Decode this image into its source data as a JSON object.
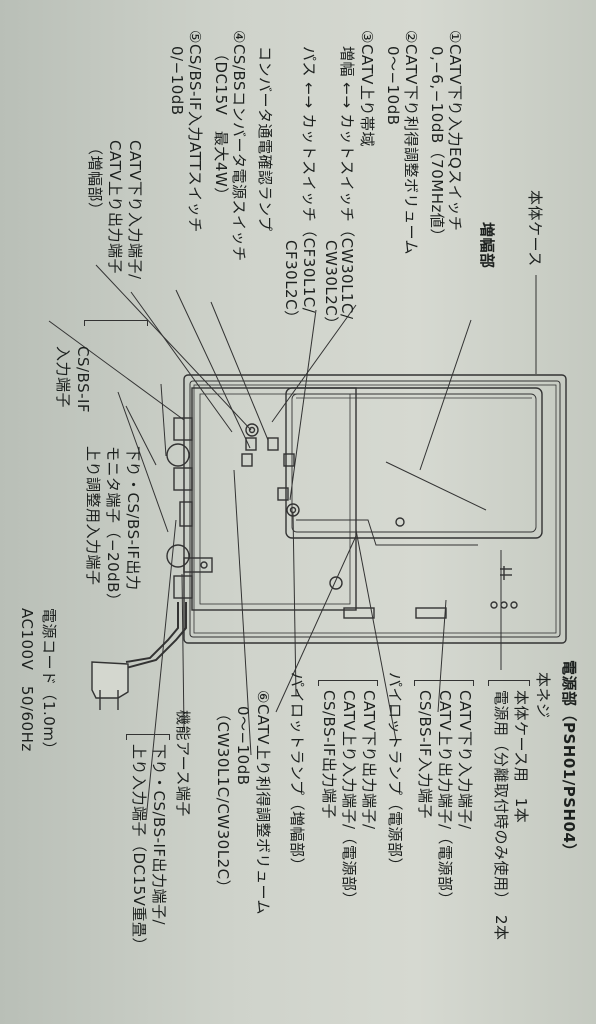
{
  "left_column": {
    "item1": "①CATV下り入力EQスイッチ",
    "item1_values": "0,−6,−10dB（70MHz値）",
    "item2": "②CATV下り利得調整ボリューム",
    "item2_values": "0〜−10dB",
    "item3": "③CATV上り帯域",
    "item3_sw1": "増幅 ←→ カットスイッチ（CW30L1C/",
    "item3_sw1_models": "CW30L2C）",
    "item3_sw2": "パス ←→ カットスイッチ（CF30L1C/",
    "item3_sw2_models": "CF30L2C）",
    "lamp": "コンバータ通電確認ランプ",
    "item4": "④CS/BSコンバータ電源スイッチ",
    "item4_spec": "（DC15V　最大4W）",
    "item5": "⑤CS/BS-IF入力ATTスイッチ",
    "item5_values": "0/−10dB",
    "terms_a": "CATV下り入力端子/",
    "terms_b": "CATV上り出力端子",
    "terms_c": "（増幅部）",
    "csbs_a": "CS/BS-IF",
    "csbs_b": "入力端子",
    "monitor_a": "下り・CS/BS-IF出力",
    "monitor_b": "モニタ端子（−20dB）",
    "monitor_c": "上り調整用入力端子",
    "cord": "電源コード（1.0m）",
    "cord_spec": "AC100V　50/60Hz"
  },
  "top_labels": {
    "case": "本体ケース",
    "amp": "増幅部"
  },
  "right_column": {
    "psu": "電源部（PSH01/PSH04）",
    "screw": "本ネジ",
    "screw_a": "本体ケース用　1本",
    "screw_b": "電源用（分離取付時のみ使用）　2本",
    "psu_term_a": "CATV下り入力端子/",
    "psu_term_b": "CATV上り出力端子/（電源部）",
    "psu_term_c": "CS/BS-IF入力端子",
    "pilot_psu": "パイロットランプ（電源部）",
    "out_a": "CATV下り出力端子/",
    "out_b": "CATV上り入力端子/（電源部）",
    "out_c": "CS/BS-IF出力端子",
    "pilot_amp": "パイロットランプ（増幅部）",
    "item6": "⑥CATV上り利得調整ボリューム",
    "item6_values": "0〜−10dB",
    "item6_models": "（CW30L1C/CW30L2C）",
    "earth": "機能アース端子",
    "bottom_a": "下り・CS/BS-IF出力端子/",
    "bottom_b": "上り入力端子（DC15V重畳）"
  }
}
